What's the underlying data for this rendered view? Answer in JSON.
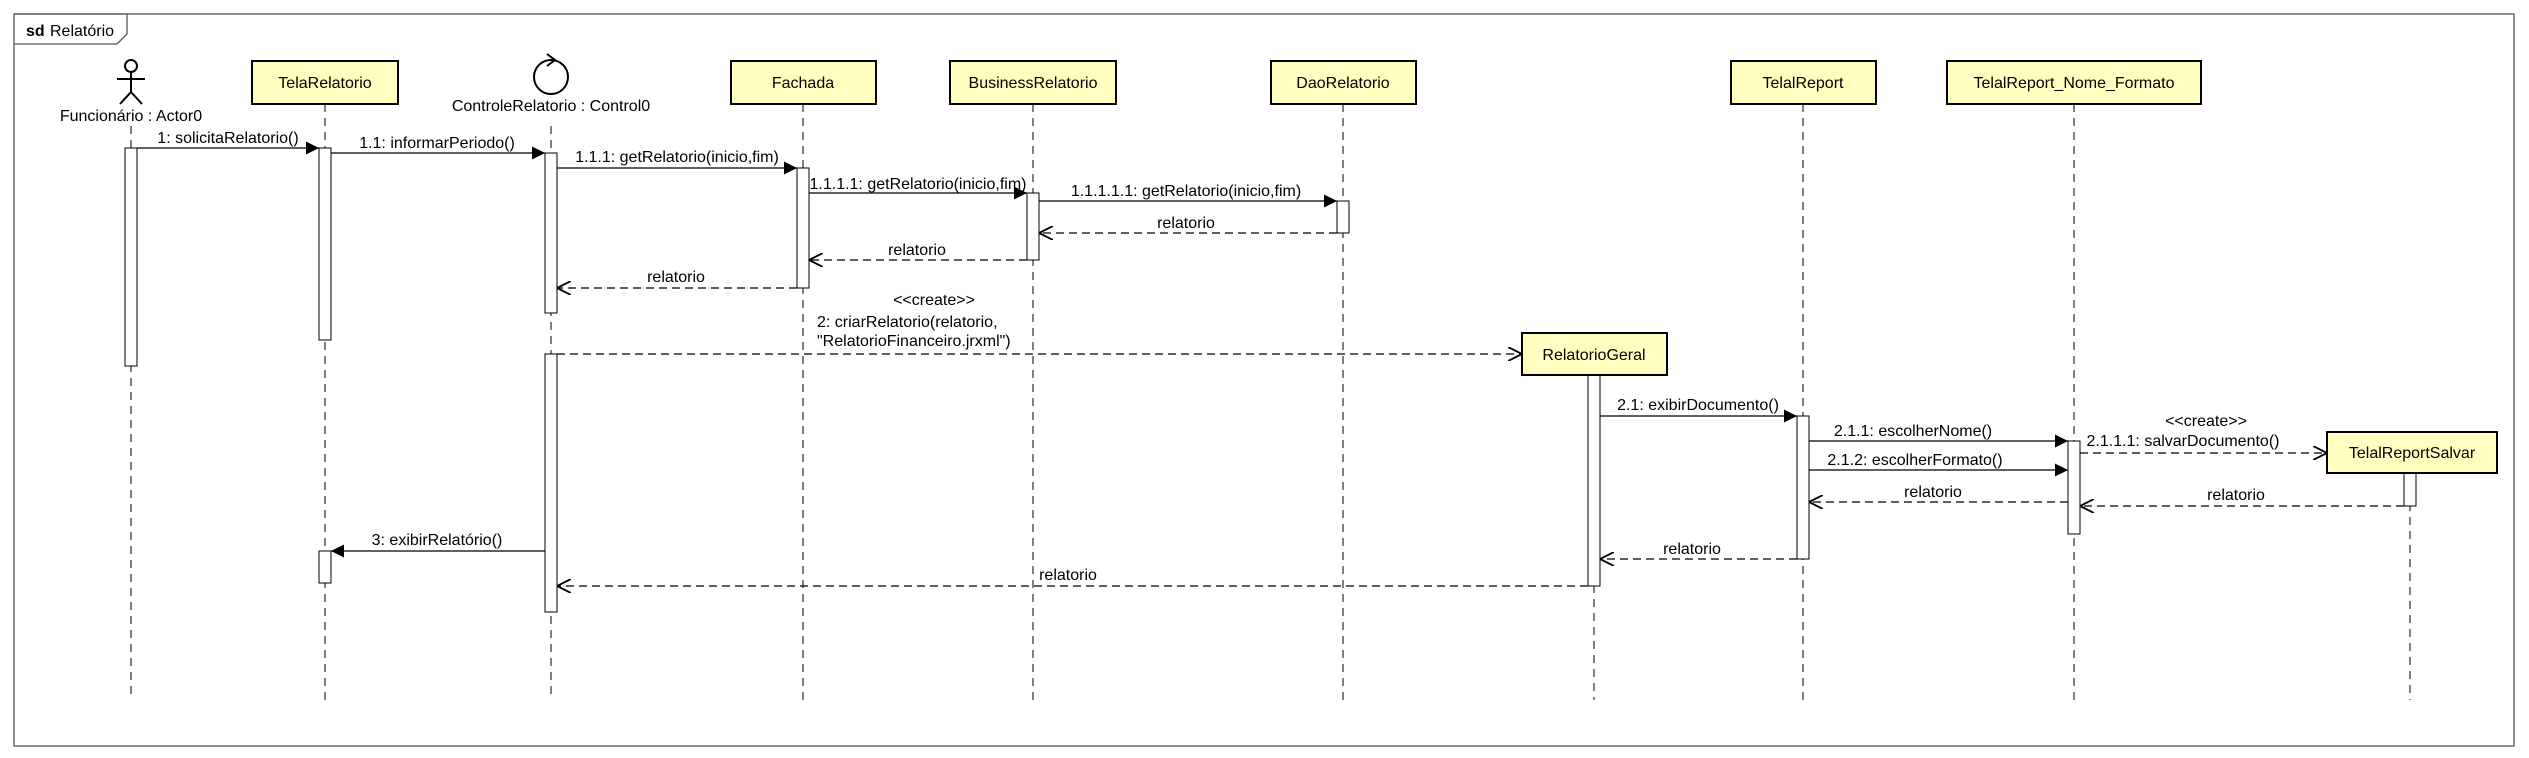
{
  "frame": {
    "keyword": "sd",
    "name": "Relatório"
  },
  "colors": {
    "participant_fill": "#ffffc0",
    "line": "#000000",
    "background": "#ffffff"
  },
  "participants": {
    "actor0": {
      "label": "Funcionário : Actor0",
      "kind": "actor"
    },
    "tela_relatorio": {
      "label": "TelaRelatorio"
    },
    "controle_relatorio": {
      "label": "ControleRelatorio : Control0",
      "kind": "control"
    },
    "fachada": {
      "label": "Fachada"
    },
    "business_relatorio": {
      "label": "BusinessRelatorio"
    },
    "dao_relatorio": {
      "label": "DaoRelatorio"
    },
    "relatorio_geral": {
      "label": "RelatorioGeral"
    },
    "telal_report": {
      "label": "TelalReport"
    },
    "telal_report_nome_formato": {
      "label": "TelalReport_Nome_Formato"
    },
    "telal_report_salvar": {
      "label": "TelalReportSalvar"
    }
  },
  "messages": {
    "m1": "1: solicitaRelatorio()",
    "m1_1": "1.1: informarPeriodo()",
    "m1_1_1": "1.1.1: getRelatorio(inicio,fim)",
    "m1_1_1_1": "1.1.1.1: getRelatorio(inicio,fim)",
    "m1_1_1_1_1": "1.1.1.1.1: getRelatorio(inicio,fim)",
    "r_dao": "relatorio",
    "r_business": "relatorio",
    "r_fachada": "relatorio",
    "create1_stereotype": "<<create>>",
    "create1_line1": "2: criarRelatorio(relatorio,",
    "create1_line2": "\"RelatorioFinanceiro.jrxml\")",
    "m2_1": "2.1: exibirDocumento()",
    "m2_1_1": "2.1.1: escolherNome()",
    "create2_stereotype": "<<create>>",
    "create2_label": "2.1.1.1: salvarDocumento()",
    "m2_1_2": "2.1.2: escolherFormato()",
    "r_salvar": "relatorio",
    "r_nome_formato": "relatorio",
    "r_telal_report": "relatorio",
    "m3": "3: exibirRelatório()",
    "r_relatorio_geral": "relatorio"
  }
}
